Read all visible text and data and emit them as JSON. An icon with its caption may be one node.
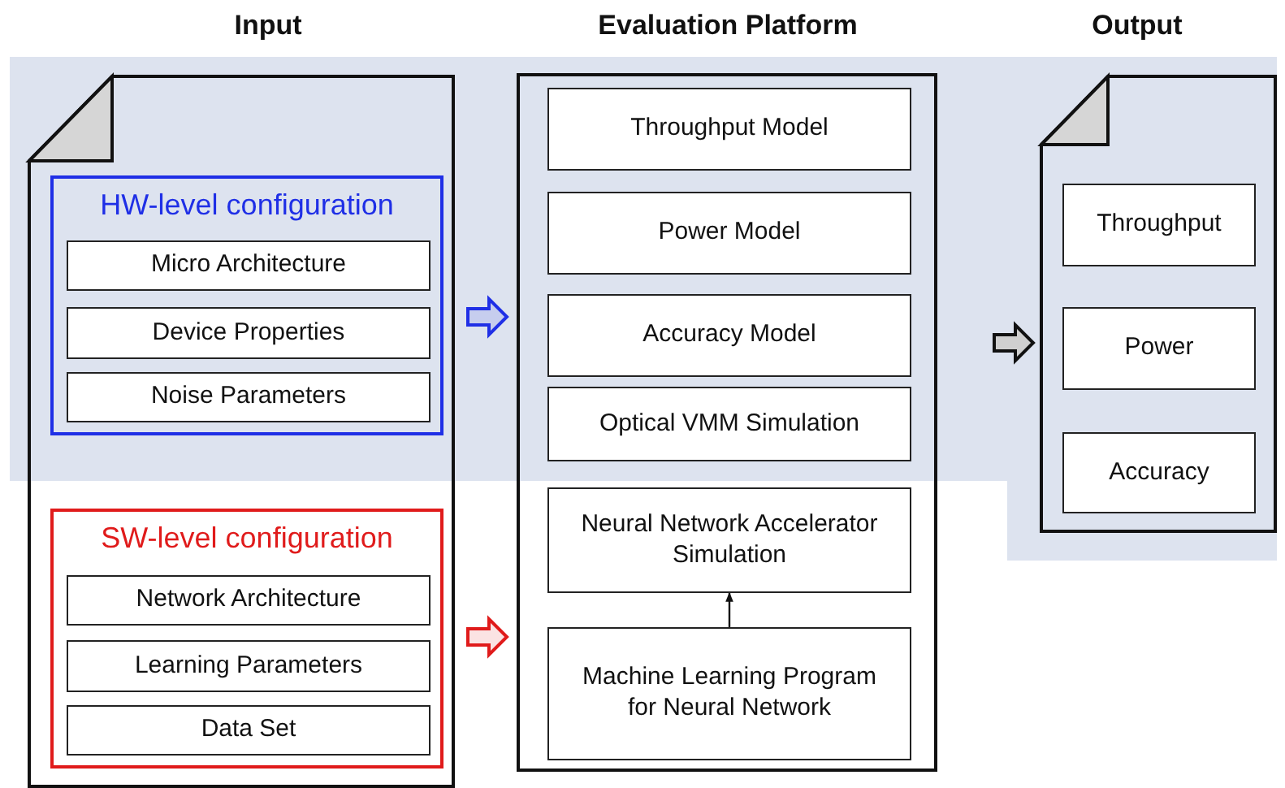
{
  "diagram": {
    "nodes": [
      {
        "text": [
          "Input"
        ]
      },
      {
        "text": [
          "HW-level configuration"
        ],
        "in": 0
      },
      {
        "text": [
          "Micro Architecture"
        ],
        "in": 1
      },
      {
        "text": [
          "Device Properties"
        ],
        "in": 1
      },
      {
        "text": [
          "Noise Parameters"
        ],
        "in": 1
      },
      {
        "text": [
          "SW-level configuration"
        ],
        "in": 0
      },
      {
        "text": [
          "Network Architecture"
        ],
        "in": 5
      },
      {
        "text": [
          "Learning Parameters"
        ],
        "in": 5
      },
      {
        "text": [
          "Data Set"
        ],
        "in": 5
      },
      {
        "text": [
          "Evaluation Platform"
        ]
      },
      {
        "text": [
          "Throughput Model"
        ],
        "in": 9
      },
      {
        "text": [
          "Power Model"
        ],
        "in": 9
      },
      {
        "text": [
          "Accuracy Model"
        ],
        "in": 9
      },
      {
        "text": [
          "Optical VMM Simulation"
        ],
        "in": 9
      },
      {
        "text": [
          "Neural Network Accelerator Simulation"
        ],
        "in": 9
      },
      {
        "text": [
          "Machine Learning Program for Neural Network"
        ],
        "in": 9
      },
      {
        "text": [
          "Output"
        ]
      },
      {
        "text": [
          "Throughput"
        ],
        "in": 16
      },
      {
        "text": [
          "Power"
        ],
        "in": 16
      },
      {
        "text": [
          "Accuracy"
        ],
        "in": 16
      }
    ],
    "edges": [
      {
        "from": 1,
        "to": 9,
        "arrow": "to",
        "style": "thick",
        "color": "#1f2fe6"
      },
      {
        "from": 5,
        "to": 9,
        "arrow": "to",
        "style": "thick",
        "color": "#e01b1b"
      },
      {
        "from": 9,
        "to": 16,
        "arrow": "to",
        "style": "thick"
      },
      {
        "from": 15,
        "to": 14,
        "arrow": "to"
      }
    ]
  }
}
